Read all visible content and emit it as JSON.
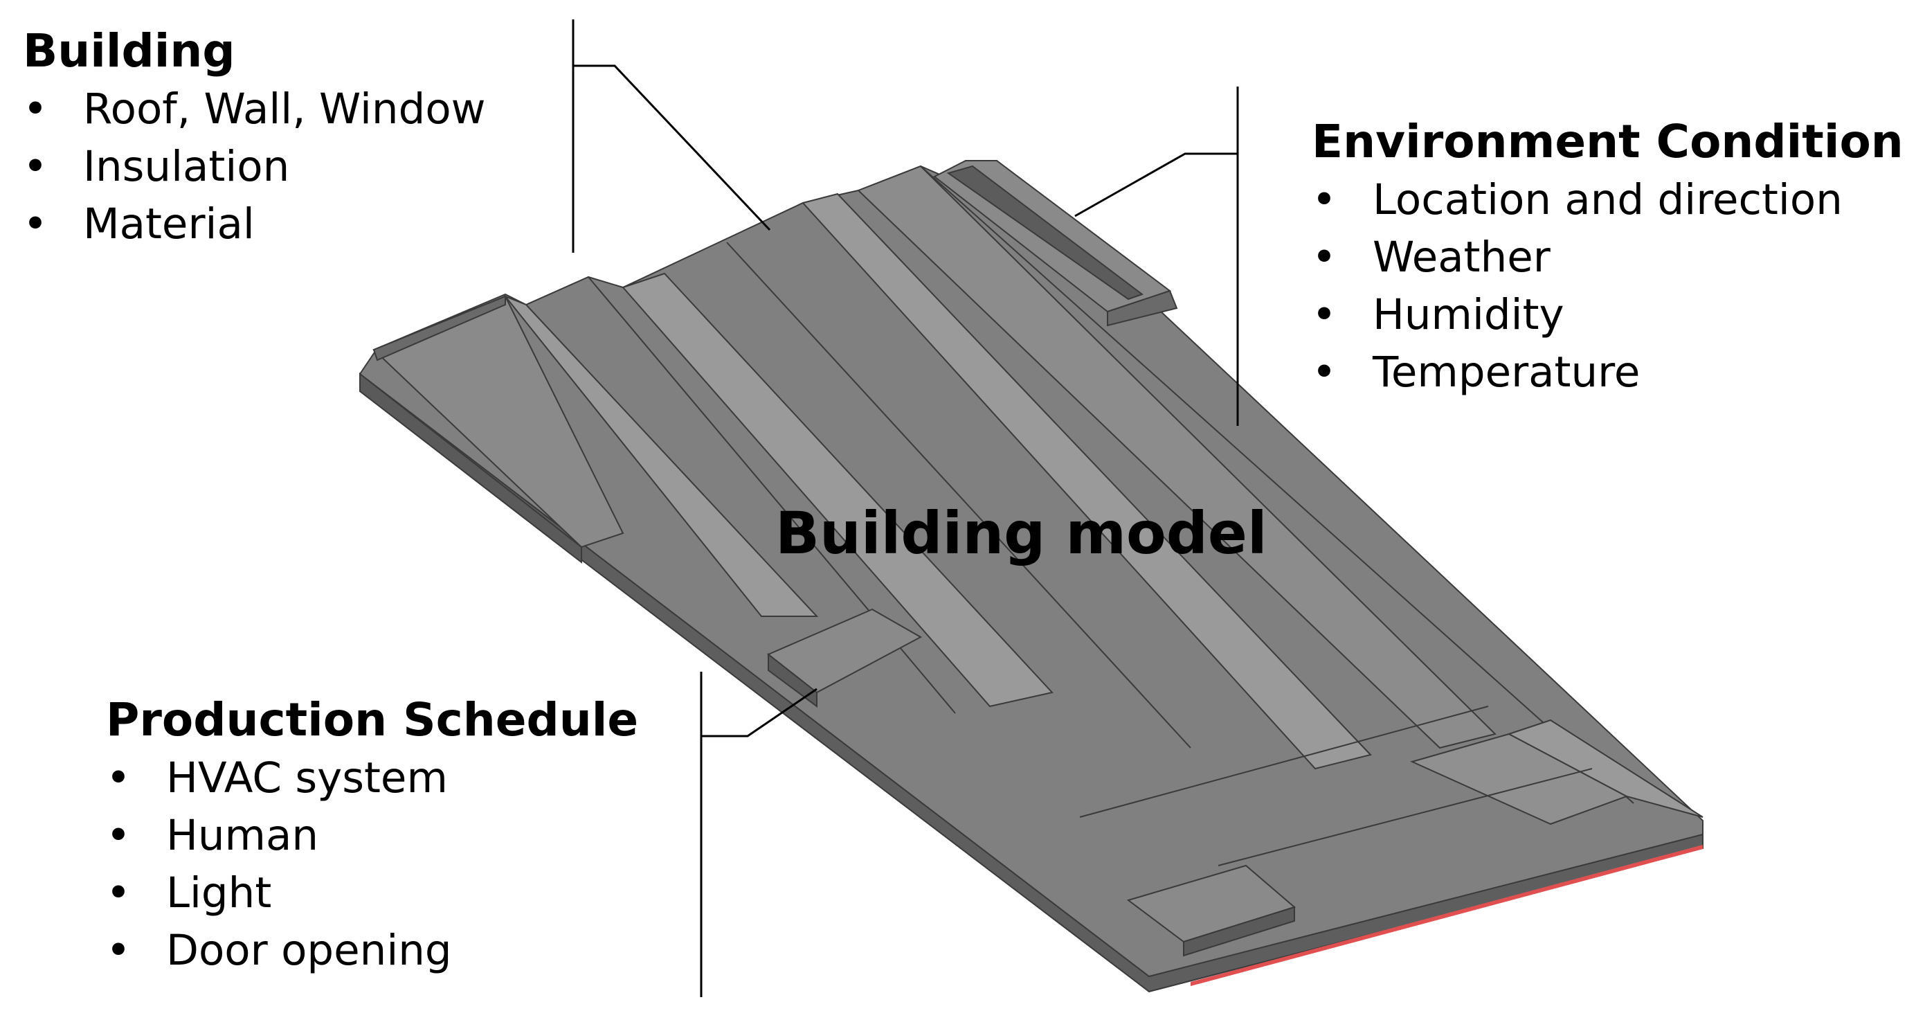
{
  "colors": {
    "background": "#ffffff",
    "text": "#000000",
    "roof_top": "#808080",
    "roof_light": "#9a9a9a",
    "roof_side": "#5e5e5e",
    "edge": "#3a3a3a",
    "red_edge": "#e05050"
  },
  "center_label": "Building model",
  "panels": {
    "building": {
      "title": "Building",
      "items": [
        "Roof, Wall, Window",
        "Insulation",
        "Material"
      ]
    },
    "environment": {
      "title": "Environment Condition",
      "items": [
        "Location and direction",
        "Weather",
        "Humidity",
        "Temperature"
      ]
    },
    "production": {
      "title": "Production Schedule",
      "items": [
        "HVAC system",
        "Human",
        "Light",
        "Door opening"
      ]
    }
  },
  "bullet_symbol": "•"
}
